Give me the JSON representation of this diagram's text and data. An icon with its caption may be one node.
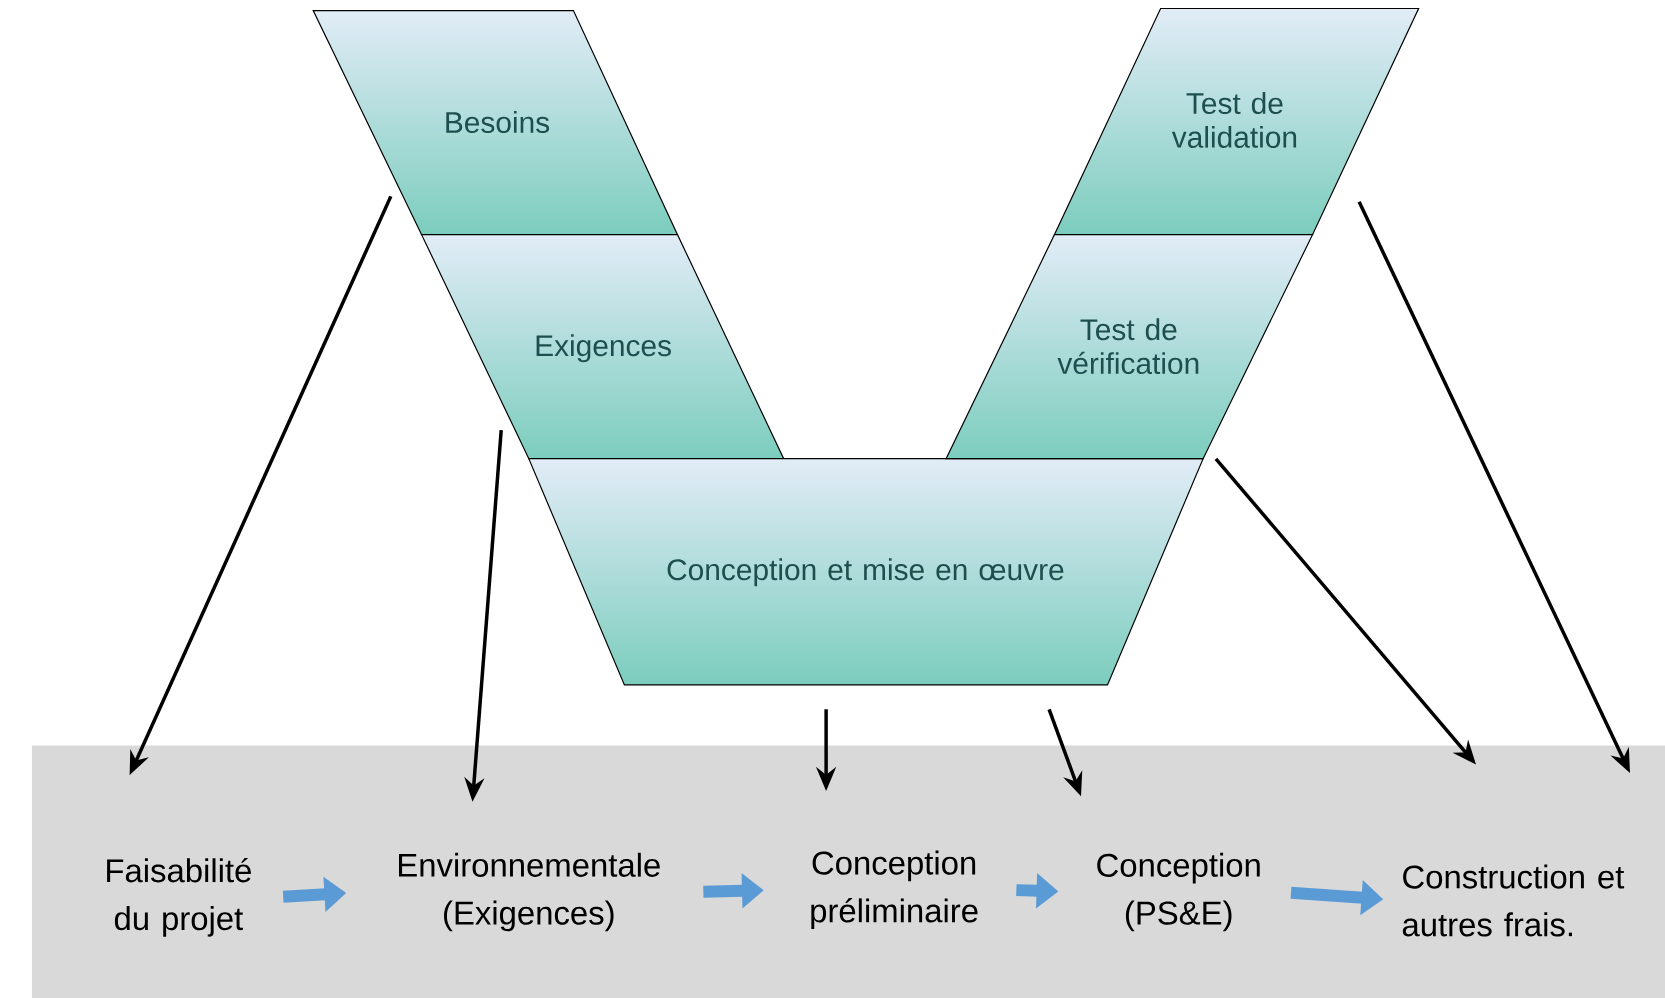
{
  "diagram": {
    "nodes": [
      {
        "text": [
          "Besoins"
        ]
      },
      {
        "text": [
          "Exigences"
        ]
      },
      {
        "text": [
          "Conception et mise en œuvre"
        ]
      },
      {
        "text": [
          "Test de validation"
        ]
      },
      {
        "text": [
          "Test de vérification"
        ]
      },
      {
        "text": [
          "Faisabilité du projet"
        ]
      },
      {
        "text": [
          "Environnementale (Exigences)"
        ]
      },
      {
        "text": [
          "Conception préliminaire"
        ]
      },
      {
        "text": [
          "Conception (PS&E)"
        ]
      },
      {
        "text": [
          "Construction et autres frais."
        ]
      }
    ],
    "edges": [
      {
        "from": 0,
        "to": 5,
        "arrow": "to"
      },
      {
        "from": 1,
        "to": 6,
        "arrow": "to"
      },
      {
        "from": 2,
        "to": 7,
        "arrow": "to"
      },
      {
        "from": 2,
        "to": 8,
        "arrow": "to"
      },
      {
        "from": 4,
        "to": 9,
        "arrow": "to"
      },
      {
        "from": 3,
        "to": 9,
        "arrow": "to"
      },
      {
        "from": 5,
        "to": 6,
        "arrow": "to",
        "style": "thick",
        "color": "#5b9bd5"
      },
      {
        "from": 6,
        "to": 7,
        "arrow": "to",
        "style": "thick",
        "color": "#5b9bd5"
      },
      {
        "from": 7,
        "to": 8,
        "arrow": "to",
        "style": "thick",
        "color": "#5b9bd5"
      },
      {
        "from": 8,
        "to": 9,
        "arrow": "to",
        "style": "thick",
        "color": "#5b9bd5"
      }
    ]
  }
}
